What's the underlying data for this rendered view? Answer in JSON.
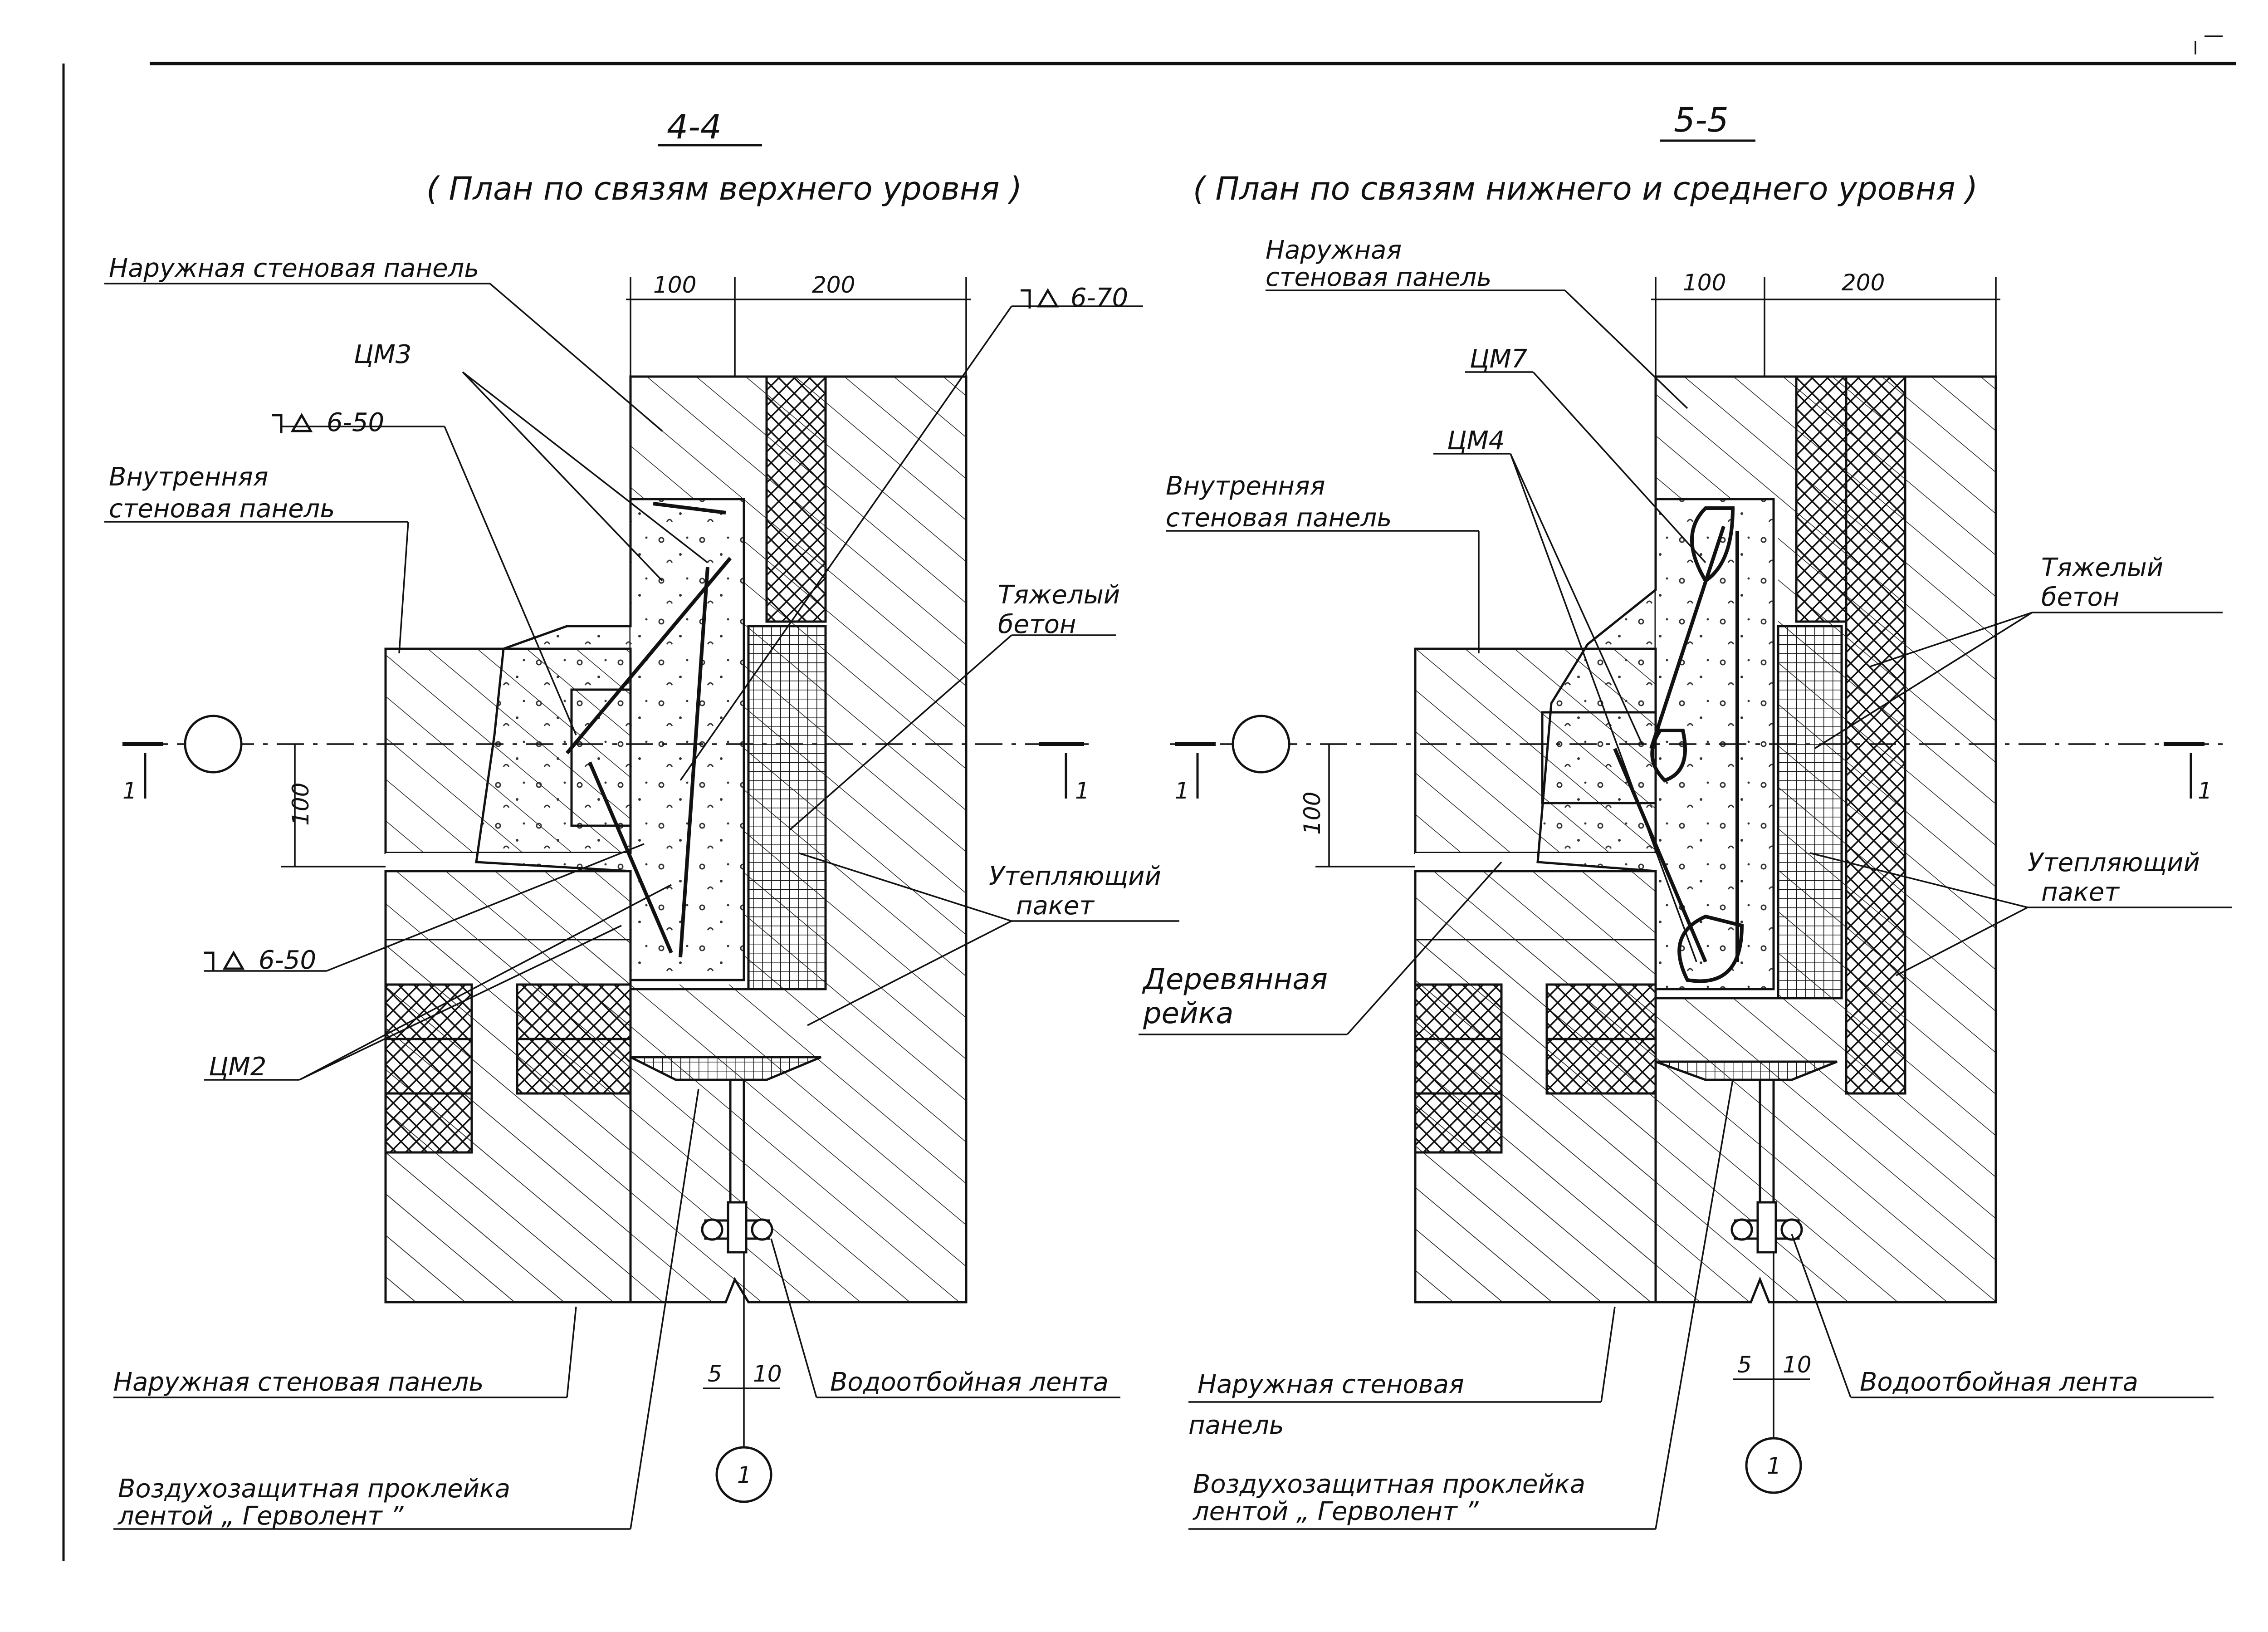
{
  "sections": [
    {
      "title": "4-4",
      "subtitle": "( План по связям  верхнего уровня )",
      "labels": {
        "outer_panel_top": "Наружная стеновая панель",
        "cm3": "ЦМ3",
        "weld_top": "6-70",
        "weld_upper": "6-50",
        "inner_panel": [
          "Внутренняя",
          "стеновая  панель"
        ],
        "heavy_concrete": [
          "Тяжелый",
          "бетон"
        ],
        "insulation": [
          "Утепляющий",
          "пакет"
        ],
        "weld_lower": "6-50",
        "cm2": "ЦМ2",
        "outer_panel_bottom": "Наружная стеновая панель",
        "tape": "Водоотбойная лента",
        "sealing": [
          "Воздухозащитная проклейка",
          "лентой  „ Герволент ”"
        ]
      },
      "dims": {
        "d100": "100",
        "d200": "200",
        "d100v": "100",
        "d5": "5",
        "d10": "10"
      },
      "axis": {
        "cut_left": "1",
        "cut_right": "1",
        "marker": "1"
      }
    },
    {
      "title": "5-5",
      "subtitle": "( План по связям  нижнего  и  среднего  уровня )",
      "labels": {
        "outer_panel_top": [
          "Наружная",
          "стеновая панель"
        ],
        "cm7": "ЦМ7",
        "cm4": "ЦМ4",
        "inner_panel": [
          "Внутренняя",
          "стеновая  панель"
        ],
        "heavy_concrete": [
          "Тяжелый",
          "бетон"
        ],
        "insulation": [
          "Утепляющий",
          "пакет"
        ],
        "wood_strip": [
          "Деревянная",
          "рейка"
        ],
        "outer_panel_bottom": [
          "Наружная стеновая",
          "панель"
        ],
        "tape": "Водоотбойная лента",
        "sealing": [
          "Воздухозащитная проклейка",
          "лентой  „ Герволент ”"
        ]
      },
      "dims": {
        "d100": "100",
        "d200": "200",
        "d100v": "100",
        "d5": "5",
        "d10": "10"
      },
      "axis": {
        "cut_left": "1",
        "cut_right": "1",
        "marker": "1"
      }
    }
  ]
}
